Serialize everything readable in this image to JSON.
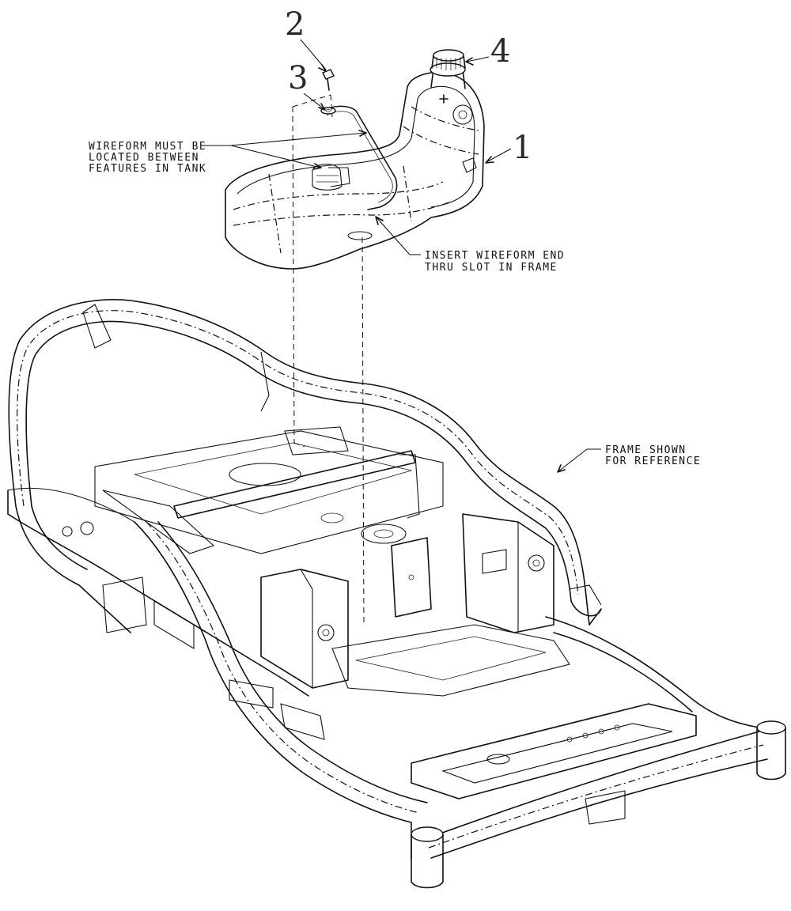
{
  "callouts": [
    {
      "number": "1"
    },
    {
      "number": "2"
    },
    {
      "number": "3"
    },
    {
      "number": "4"
    }
  ],
  "notes": {
    "wireform_location": [
      "WIREFORM MUST BE",
      "LOCATED BETWEEN",
      "FEATURES IN TANK"
    ],
    "insert_wireform": [
      "INSERT WIREFORM END",
      "THRU SLOT IN FRAME"
    ],
    "frame_reference": [
      "FRAME SHOWN",
      "FOR REFERENCE"
    ]
  },
  "colors": {
    "line": "#111111",
    "callout_text": "#2a2a2a",
    "background": "#ffffff"
  }
}
